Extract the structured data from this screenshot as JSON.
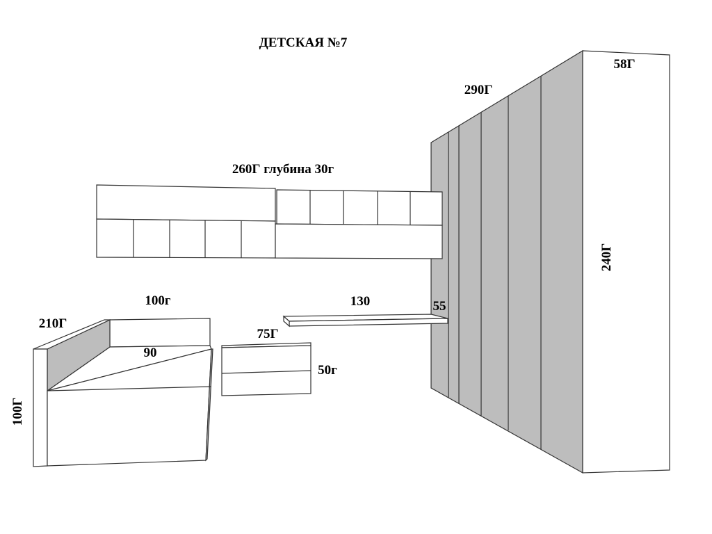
{
  "title": "ДЕТСКАЯ №7",
  "wardrobe": {
    "width_label": "290Г",
    "depth_label": "58Г",
    "height_label": "240Г",
    "door_count": 6
  },
  "wall_cabinet": {
    "label": "260Г  глубина 30г",
    "left_lower_cells": 5,
    "right_upper_cells": 5
  },
  "desk_shelf": {
    "width_label": "130",
    "depth_label": "55"
  },
  "nightstand": {
    "width_label": "75Г",
    "height_label": "50г"
  },
  "bed": {
    "back_width_label": "100г",
    "mattress_width_label": "90",
    "length_label": "210Г",
    "height_label": "100Г"
  },
  "colors": {
    "shade": "#bdbdbd",
    "panel": "#ffffff",
    "stroke": "#333333"
  }
}
